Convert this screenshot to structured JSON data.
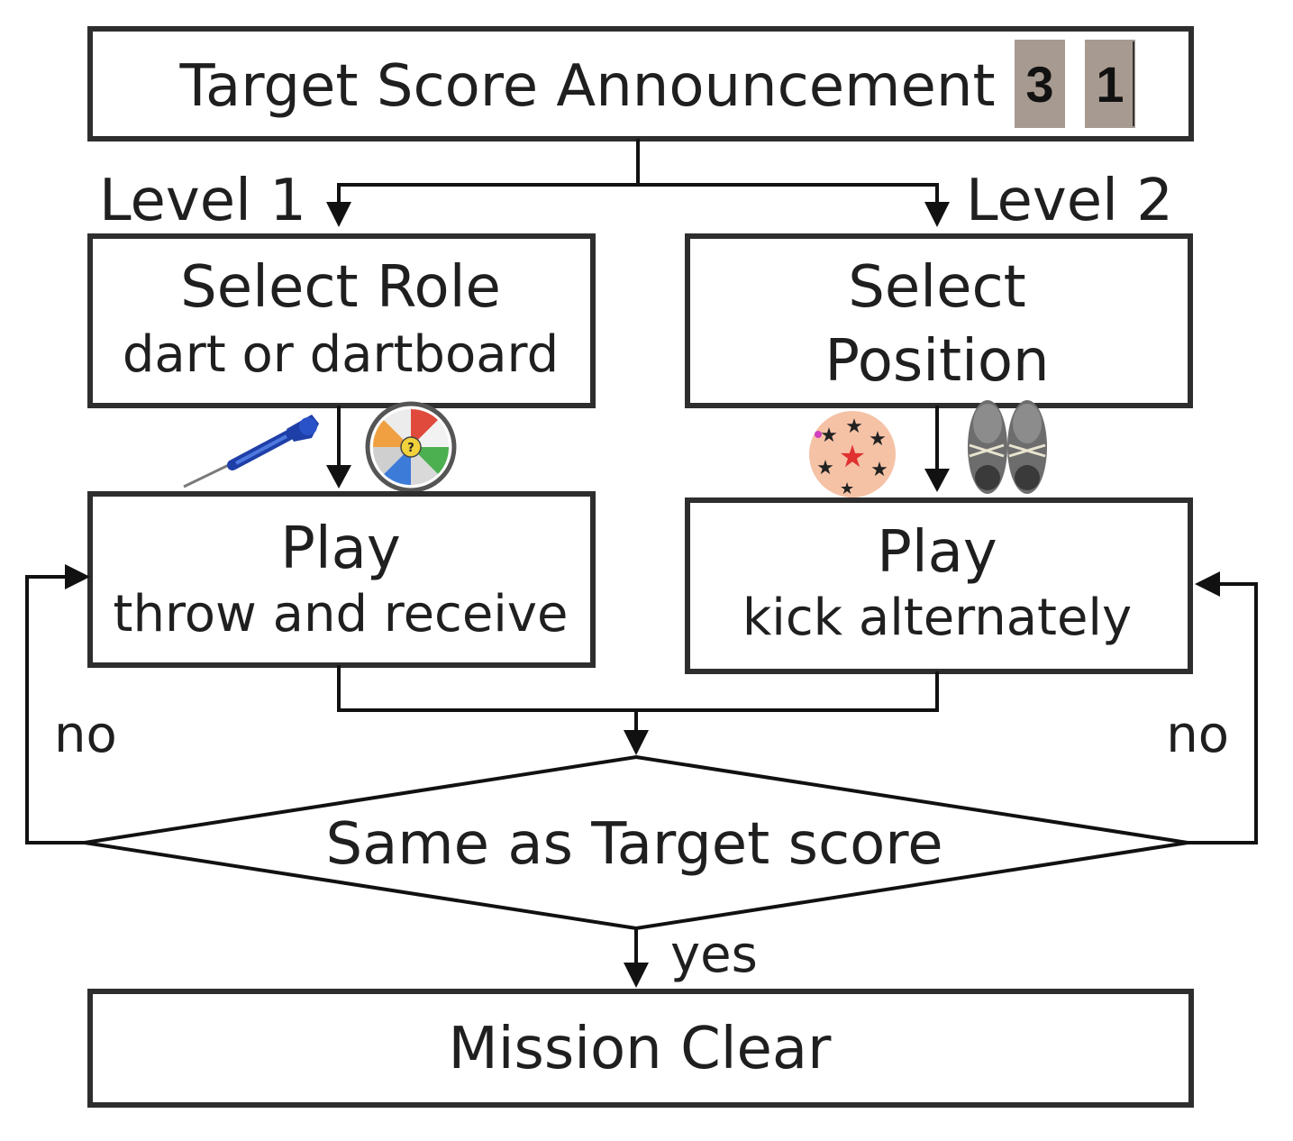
{
  "header": {
    "title": "Target Score Announcement",
    "digit_1": "3",
    "digit_2": "1"
  },
  "levels": {
    "level1": "Level 1",
    "level2": "Level 2"
  },
  "left": {
    "select_title": "Select Role",
    "select_sub": "dart or dartboard",
    "play_title": "Play",
    "play_sub": "throw and receive"
  },
  "right": {
    "select_line1": "Select",
    "select_line2": "Position",
    "play_title": "Play",
    "play_sub": "kick alternately"
  },
  "decision": {
    "text": "Same as Target score",
    "no_left": "no",
    "no_right": "no",
    "yes": "yes"
  },
  "end": {
    "text": "Mission Clear"
  },
  "icons": [
    "dart-icon",
    "dartboard-icon",
    "soccer-ball-icon",
    "shoes-icon"
  ],
  "colors": {
    "digit_background": "#a79a90",
    "border": "#2e2e2e",
    "arrow": "#111111"
  }
}
